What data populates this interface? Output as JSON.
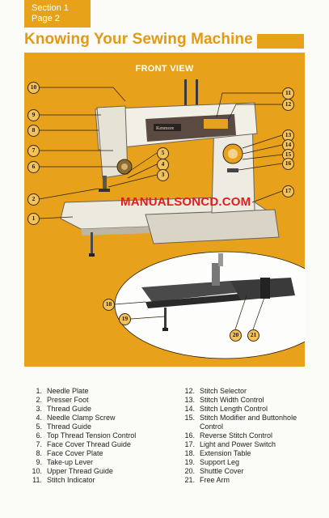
{
  "header": {
    "section": "Section  1",
    "page": "Page  2",
    "title": "Knowing Your Sewing Machine"
  },
  "figure": {
    "caption": "FRONT VIEW",
    "brand_label": "Kenmore",
    "watermark": "MANUALSONCD.COM",
    "callouts": [
      "1",
      "2",
      "3",
      "4",
      "5",
      "6",
      "7",
      "8",
      "9",
      "10",
      "11",
      "12",
      "13",
      "14",
      "15",
      "16",
      "17",
      "18",
      "19",
      "20",
      "21"
    ]
  },
  "legend": {
    "left": [
      {
        "num": "1.",
        "text": "Needle Plate"
      },
      {
        "num": "2.",
        "text": "Presser Foot"
      },
      {
        "num": "3.",
        "text": "Thread Guide"
      },
      {
        "num": "4.",
        "text": "Needle Clamp Screw"
      },
      {
        "num": "5.",
        "text": "Thread Guide"
      },
      {
        "num": "6.",
        "text": "Top Thread Tension Control"
      },
      {
        "num": "7.",
        "text": "Face Cover Thread Guide"
      },
      {
        "num": "8.",
        "text": "Face Cover Plate"
      },
      {
        "num": "9.",
        "text": "Take-up Lever"
      },
      {
        "num": "10.",
        "text": "Upper Thread Guide"
      },
      {
        "num": "11.",
        "text": "Stitch Indicator"
      }
    ],
    "right": [
      {
        "num": "12.",
        "text": "Stitch Selector"
      },
      {
        "num": "13.",
        "text": "Stitch Width Control"
      },
      {
        "num": "14.",
        "text": "Stitch Length Control"
      },
      {
        "num": "15.",
        "text": "Stitch Modifier and Buttonhole Control"
      },
      {
        "num": "16.",
        "text": "Reverse Stitch Control"
      },
      {
        "num": "17.",
        "text": "Light and Power Switch"
      },
      {
        "num": "18.",
        "text": "Extension Table"
      },
      {
        "num": "19.",
        "text": "Support Leg"
      },
      {
        "num": "20.",
        "text": "Shuttle Cover"
      },
      {
        "num": "21.",
        "text": "Free Arm"
      }
    ]
  }
}
